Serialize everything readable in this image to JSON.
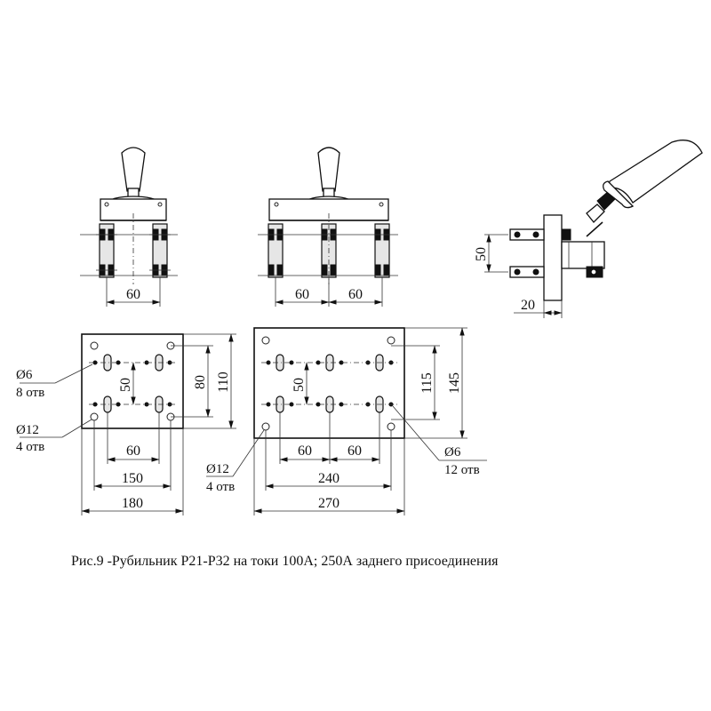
{
  "caption": "Рис.9 -Рубильник Р21-Р32 на токи 100А; 250А заднего присоединения",
  "top_views": {
    "left_pitch": "60",
    "mid_pitch_1": "60",
    "mid_pitch_2": "60",
    "side_height": "50",
    "side_depth": "20"
  },
  "plate_small": {
    "hole_small_dia": "Ø6",
    "hole_small_count": "8 отв",
    "hole_large_dia": "Ø12",
    "hole_large_count": "4 отв",
    "slot_spacing_v": "50",
    "inner_height": "80",
    "outer_height": "110",
    "slot_pitch": "60",
    "hole_span": "150",
    "width": "180"
  },
  "plate_large": {
    "slot_spacing_v": "50",
    "inner_height": "115",
    "outer_height": "145",
    "slot_pitch_1": "60",
    "slot_pitch_2": "60",
    "hole_small_dia": "Ø6",
    "hole_small_count": "12 отв",
    "hole_large_dia": "Ø12",
    "hole_large_count": "4 отв",
    "hole_span": "240",
    "width": "270"
  }
}
